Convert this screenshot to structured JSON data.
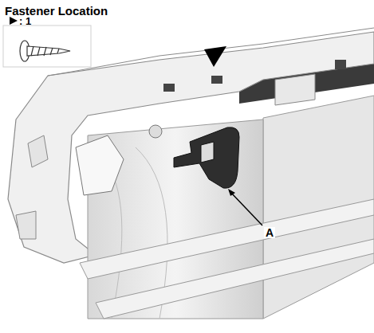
{
  "diagram": {
    "title": "Fastener Location",
    "labels": [
      ": 1",
      "A"
    ]
  }
}
